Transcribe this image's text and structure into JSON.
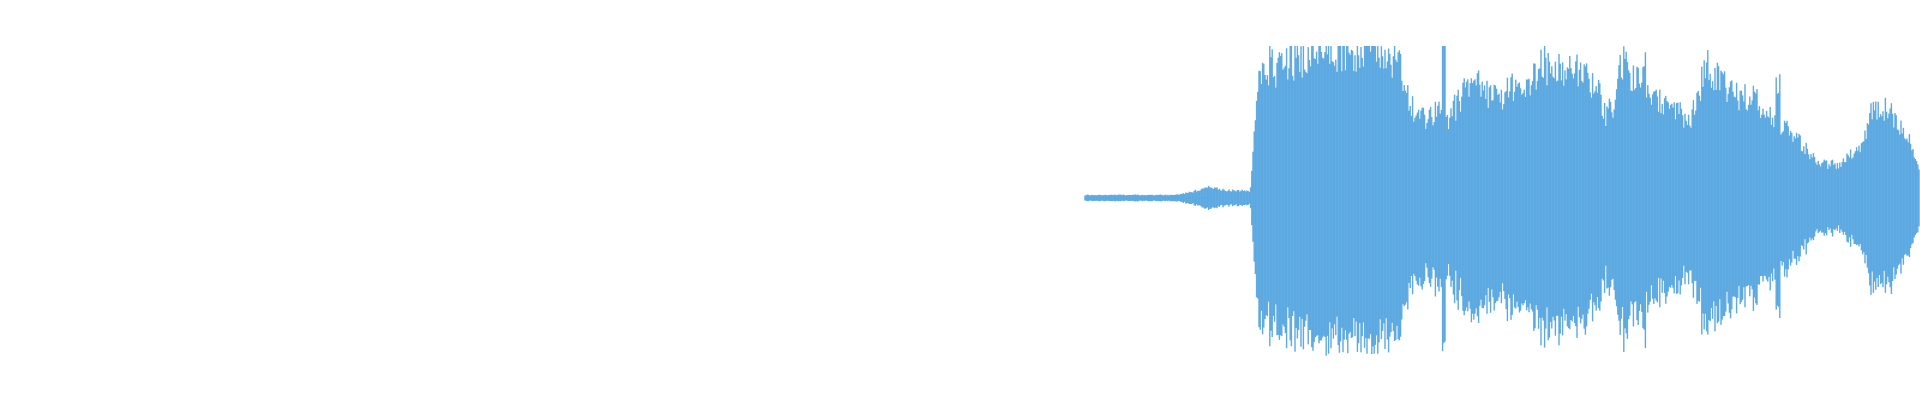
{
  "waveform": {
    "color": "#5DA9E1",
    "amplitude_envelope": [
      0.02,
      0.02,
      0.02,
      0.02,
      0.02,
      0.02,
      0.02,
      0.02,
      0.02,
      0.02,
      0.02,
      0.02,
      0.03,
      0.04,
      0.05,
      0.08,
      0.06,
      0.05,
      0.05,
      0.05,
      0.04,
      0.78,
      0.86,
      0.85,
      0.88,
      0.9,
      0.92,
      0.95,
      0.97,
      0.95,
      0.95,
      0.97,
      0.96,
      0.98,
      1.0,
      0.97,
      0.95,
      0.92,
      0.88,
      0.65,
      0.56,
      0.52,
      0.55,
      0.58,
      0.52,
      0.6,
      0.75,
      0.82,
      0.7,
      0.68,
      0.66,
      0.7,
      0.72,
      0.75,
      0.8,
      0.85,
      0.86,
      0.88,
      0.85,
      0.84,
      0.82,
      0.78,
      0.72,
      0.55,
      0.62,
      0.92,
      0.8,
      0.78,
      0.7,
      0.65,
      0.6,
      0.58,
      0.55,
      0.52,
      0.6,
      0.88,
      0.8,
      0.75,
      0.7,
      0.68,
      0.66,
      0.64,
      0.6,
      0.56,
      0.5,
      0.44,
      0.4,
      0.33,
      0.28,
      0.22,
      0.22,
      0.22,
      0.25,
      0.3,
      0.32,
      0.55,
      0.58,
      0.6,
      0.5,
      0.42,
      0.3,
      0.18
    ],
    "peaks": [
      {
        "t": 0.335,
        "a": 0.92
      },
      {
        "t": 0.43,
        "a": 1.0
      },
      {
        "t": 0.67,
        "a": 0.88
      },
      {
        "t": 0.83,
        "a": 0.72
      }
    ]
  }
}
